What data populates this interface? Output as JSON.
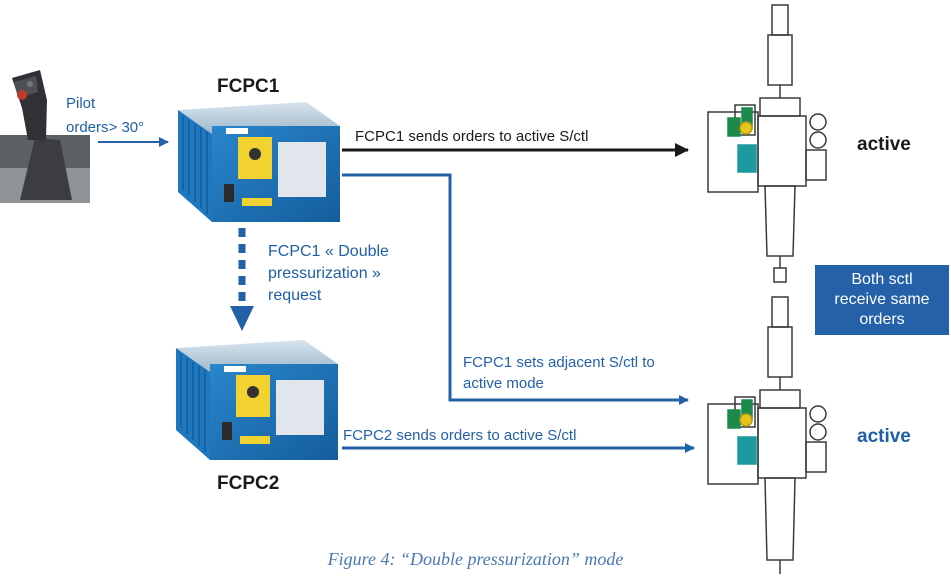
{
  "colors": {
    "arrow_dark": "#1a1a1a",
    "arrow_blue": "#2461a8",
    "fcpc_body": "#1d73b8",
    "callout_bg": "#2461a8",
    "status_active_1": "#1a1a1a",
    "status_active_2": "#1f5fa8"
  },
  "pilot": {
    "label_line1": "Pilot",
    "label_line2": "orders> 30°",
    "image": "joystick-image"
  },
  "fcpc1": {
    "title": "FCPC1",
    "image": "fcpc-computer-box"
  },
  "fcpc2": {
    "title": "FCPC2",
    "image": "fcpc-computer-box"
  },
  "request": {
    "line1": "FCPC1 « Double",
    "line2": "pressurization »",
    "line3": "request"
  },
  "arrows": {
    "fcpc1_to_sctl1": "FCPC1 sends orders to active S/ctl",
    "fcpc1_sets_line1": "FCPC1 sets adjacent S/ctl to",
    "fcpc1_sets_line2": "active mode",
    "fcpc2_to_sctl2": "FCPC2 sends orders to active S/ctl"
  },
  "sctl_top": {
    "status": "active",
    "image": "servo-control-actuator"
  },
  "sctl_bottom": {
    "status": "active",
    "image": "servo-control-actuator"
  },
  "callout": {
    "line1": "Both sctl",
    "line2": "receive same",
    "line3": "orders"
  },
  "caption": "Figure 4: “Double pressurization” mode"
}
